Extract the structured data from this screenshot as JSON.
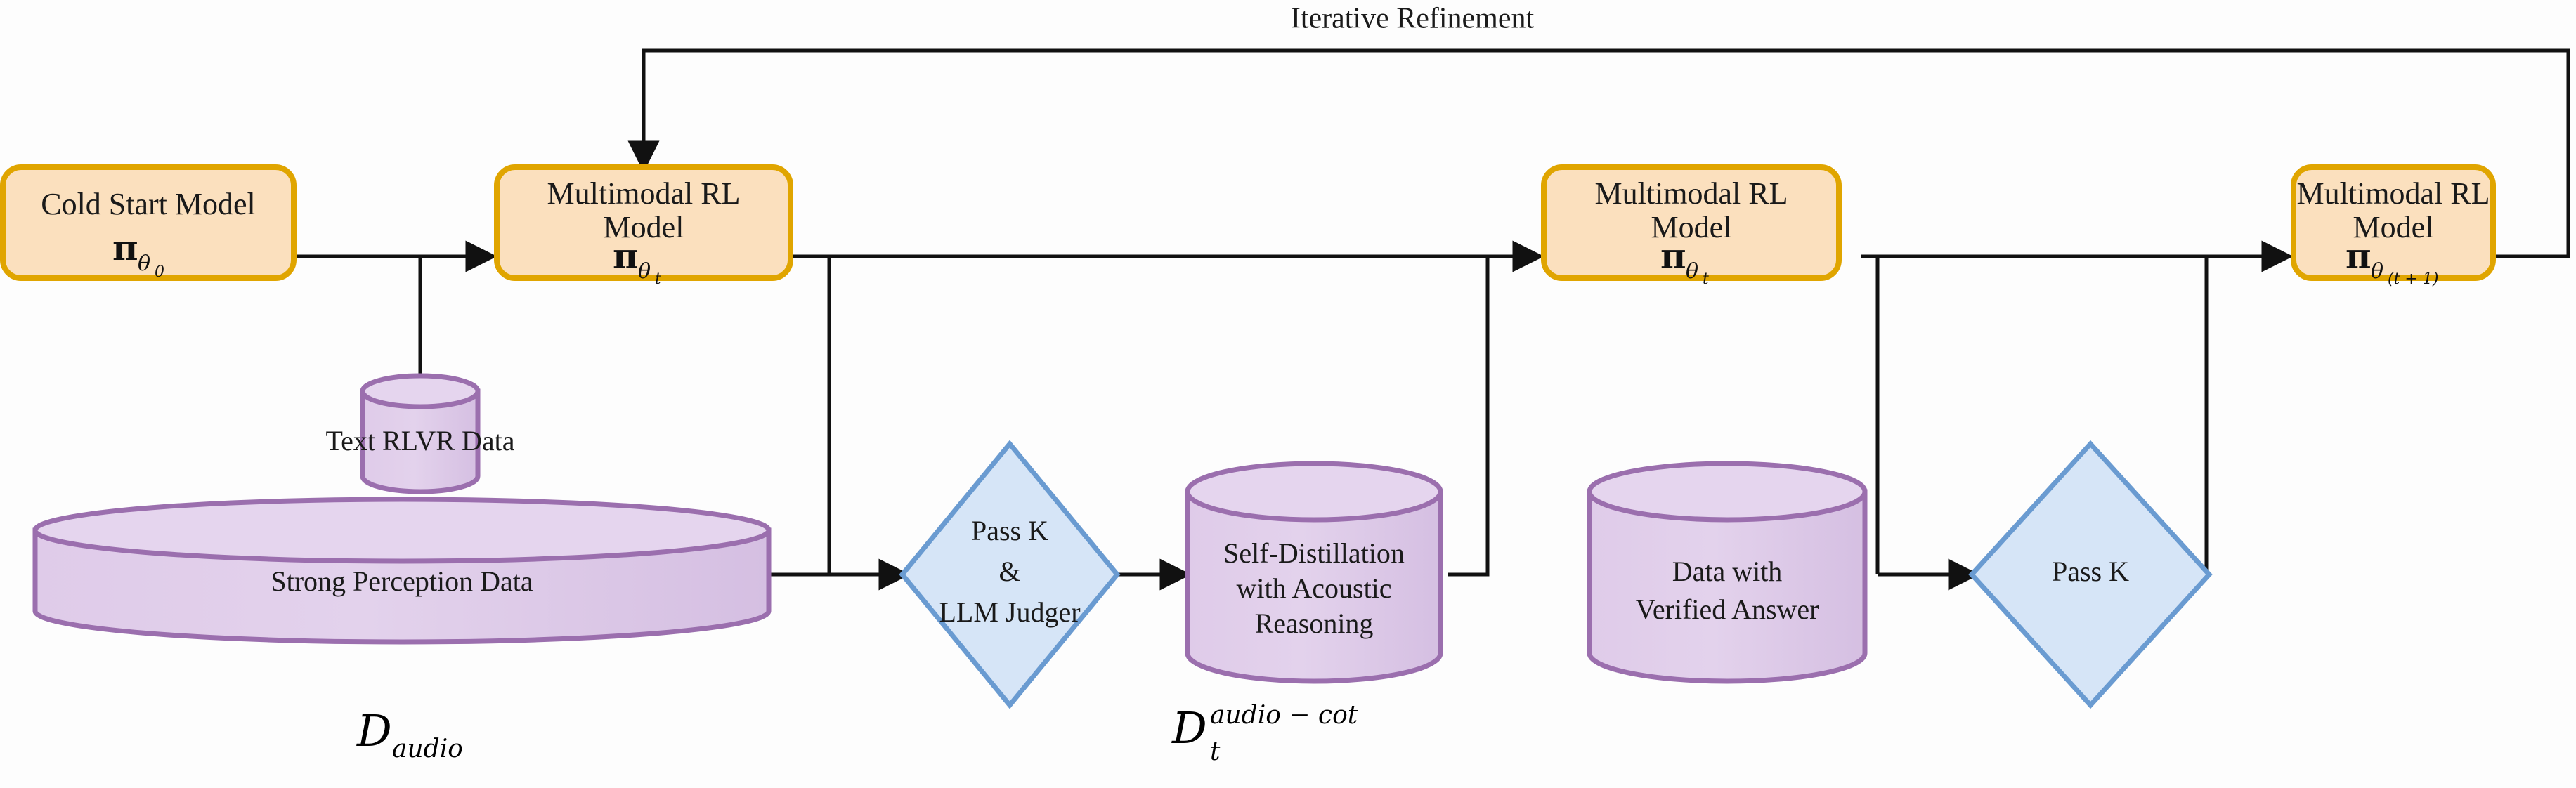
{
  "diagram": {
    "title_edge_label": "Iterative Refinement",
    "colors": {
      "box_fill": "#FBE0BE",
      "box_stroke": "#E0A500",
      "cylinder_fill": "#E0CCE8",
      "cylinder_stroke": "#9B6FAE",
      "diamond_fill": "#D6E5F7",
      "diamond_stroke": "#6A9BD1",
      "line": "#111111",
      "text": "#1a1a1a",
      "background": "#fdfdfd"
    },
    "boxes": [
      {
        "id": "cold-start-model",
        "line1": "Cold Start Model",
        "line2": "",
        "symbol": "π",
        "sub": "θ",
        "subsub": "0"
      },
      {
        "id": "multimodal-rl-model-t-left",
        "line1": "Multimodal RL",
        "line2": "Model",
        "symbol": "π",
        "sub": "θ",
        "subsub": "t"
      },
      {
        "id": "multimodal-rl-model-t-right",
        "line1": "Multimodal RL",
        "line2": "Model",
        "symbol": "π",
        "sub": "θ",
        "subsub": "t"
      },
      {
        "id": "multimodal-rl-model-t-plus-1",
        "line1": "Multimodal RL",
        "line2": "Model",
        "symbol": "π",
        "sub": "θ",
        "subsub": "(t + 1)"
      }
    ],
    "cylinders": [
      {
        "id": "text-rlvr-data",
        "lines": [
          "Text RLVR Data"
        ]
      },
      {
        "id": "strong-perception-data",
        "lines": [
          "Strong Perception Data"
        ]
      },
      {
        "id": "self-distillation",
        "lines": [
          "Self-Distillation",
          "with Acoustic",
          "Reasoning"
        ]
      },
      {
        "id": "data-with-verified-answer",
        "lines": [
          "Data with",
          "Verified Answer"
        ]
      }
    ],
    "diamonds": [
      {
        "id": "pass-k-llm-judger",
        "lines": [
          "Pass K",
          "&",
          "LLM Judger"
        ]
      },
      {
        "id": "pass-k",
        "lines": [
          "Pass K"
        ]
      }
    ],
    "math_labels": [
      {
        "id": "d-audio",
        "base": "D",
        "sup": "",
        "sub": "audio",
        "layout": "sub-inline"
      },
      {
        "id": "d-t-audio-cot",
        "base": "D",
        "sup": "audio − cot",
        "sub": "t",
        "layout": "sup-sub"
      }
    ]
  }
}
